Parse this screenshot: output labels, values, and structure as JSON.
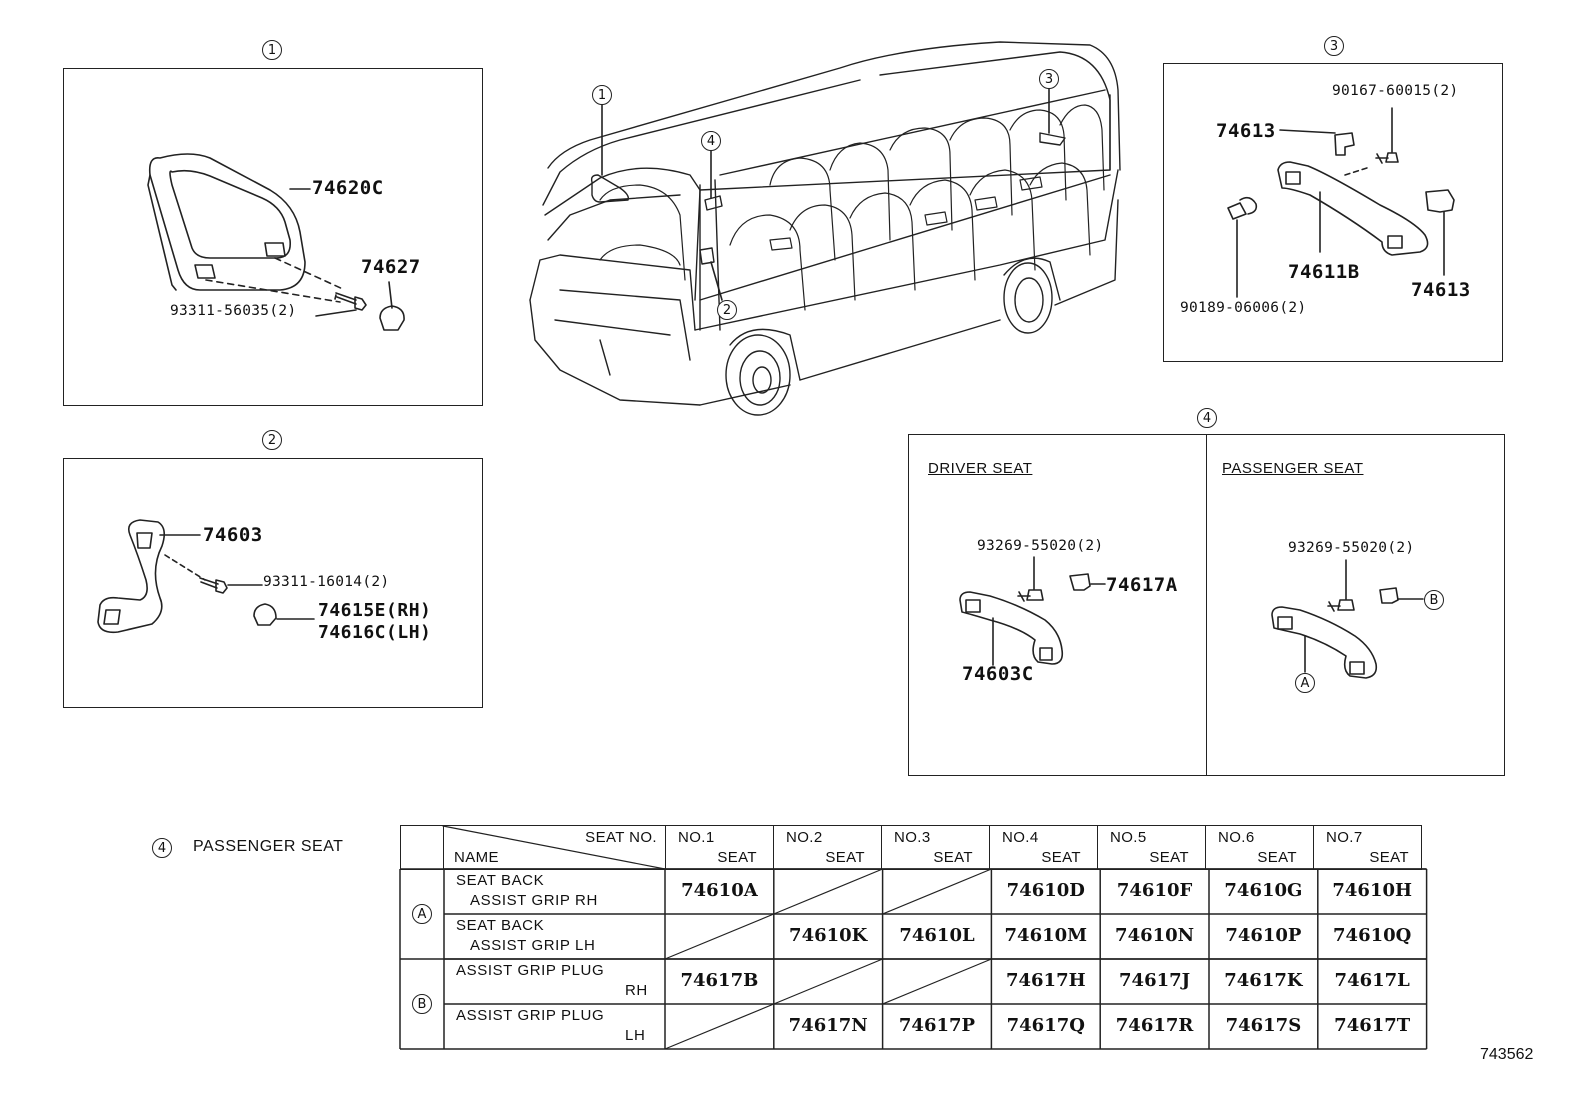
{
  "panel1": {
    "marker": "1",
    "parts": [
      "74620C",
      "74627",
      "93311-56035(2)"
    ]
  },
  "panel2": {
    "marker": "2",
    "parts": [
      "74603",
      "93311-16014(2)",
      "74615E(RH)",
      "74616C(LH)"
    ]
  },
  "panel3": {
    "marker": "3",
    "parts": [
      "90167-60015(2)",
      "74613",
      "74611B",
      "74613",
      "90189-06006(2)"
    ]
  },
  "panel4": {
    "marker": "4",
    "driver_title": "DRIVER SEAT",
    "passenger_title": "PASSENGER SEAT",
    "driver_parts": [
      "93269-55020(2)",
      "74617A",
      "74603C"
    ],
    "passenger_parts": [
      "93269-55020(2)"
    ],
    "ref_a": "A",
    "ref_b": "B"
  },
  "van_markers": [
    "1",
    "4",
    "3",
    "2"
  ],
  "legend": {
    "marker": "4",
    "text": "PASSENGER SEAT"
  },
  "table": {
    "header_seat_no": "SEAT NO.",
    "header_name": "NAME",
    "columns": [
      {
        "no": "NO.1",
        "seat": "SEAT"
      },
      {
        "no": "NO.2",
        "seat": "SEAT"
      },
      {
        "no": "NO.3",
        "seat": "SEAT"
      },
      {
        "no": "NO.4",
        "seat": "SEAT"
      },
      {
        "no": "NO.5",
        "seat": "SEAT"
      },
      {
        "no": "NO.6",
        "seat": "SEAT"
      },
      {
        "no": "NO.7",
        "seat": "SEAT"
      }
    ],
    "groups": [
      {
        "ref": "A",
        "rows": [
          {
            "name1": "SEAT BACK",
            "name2": "ASSIST GRIP RH",
            "values": [
              "74610A",
              "",
              "",
              "74610D",
              "74610F",
              "74610G",
              "74610H"
            ]
          },
          {
            "name1": "SEAT BACK",
            "name2": "ASSIST GRIP LH",
            "values": [
              "",
              "74610K",
              "74610L",
              "74610M",
              "74610N",
              "74610P",
              "74610Q"
            ]
          }
        ]
      },
      {
        "ref": "B",
        "rows": [
          {
            "name1": "ASSIST GRIP PLUG",
            "name2": "RH",
            "values": [
              "74617B",
              "",
              "",
              "74617H",
              "74617J",
              "74617K",
              "74617L"
            ]
          },
          {
            "name1": "ASSIST GRIP PLUG",
            "name2": "LH",
            "values": [
              "",
              "74617N",
              "74617P",
              "74617Q",
              "74617R",
              "74617S",
              "74617T"
            ]
          }
        ]
      }
    ]
  },
  "figure_id": "743562"
}
